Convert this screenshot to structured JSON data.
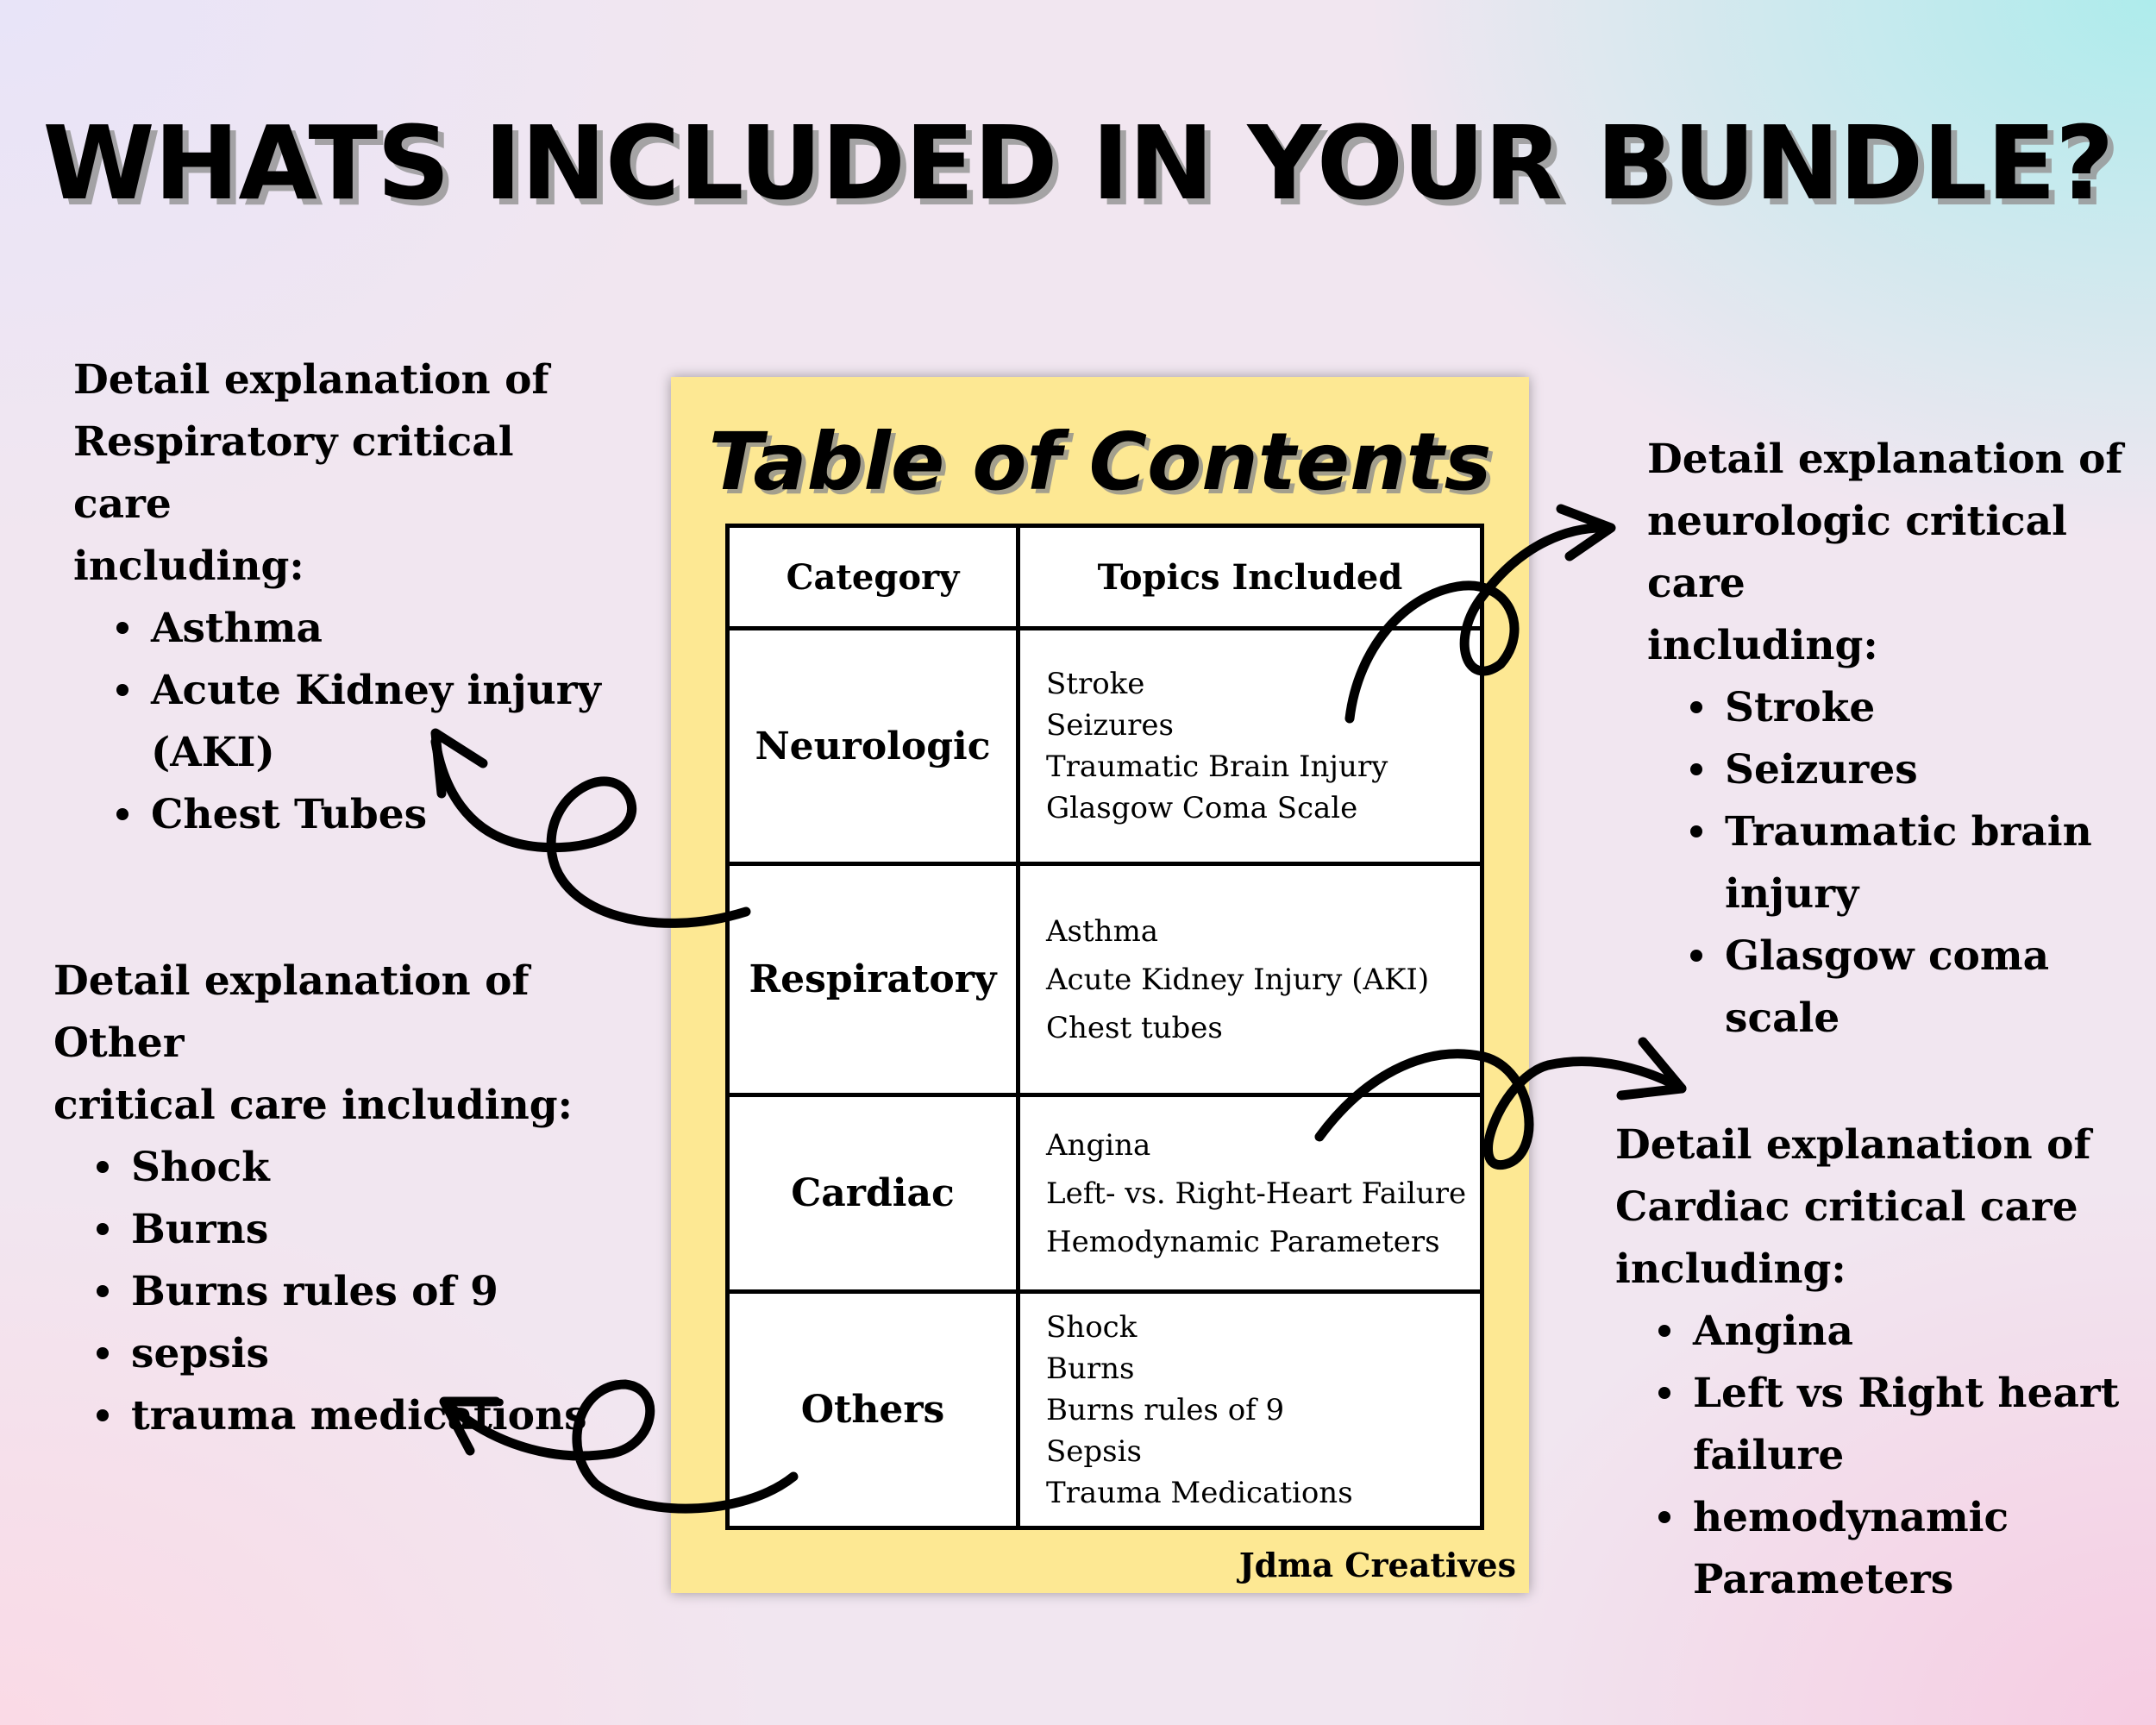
{
  "title": "WHATS INCLUDED IN YOUR BUNDLE?",
  "left_top": {
    "heading": "Detail explanation of\nRespiratory critical care\nincluding:",
    "items": [
      "Asthma",
      "Acute Kidney injury (AKI)",
      "Chest Tubes"
    ]
  },
  "right_top": {
    "heading": "Detail explanation of\nneurologic critical care\nincluding:",
    "items": [
      "Stroke",
      "Seizures",
      "Traumatic brain injury",
      "Glasgow coma scale"
    ]
  },
  "left_bottom": {
    "heading": "Detail explanation of Other\ncritical care including:",
    "items": [
      "Shock",
      "Burns",
      "Burns rules of 9",
      "sepsis",
      "trauma medications"
    ]
  },
  "right_bottom": {
    "heading": "Detail explanation of\nCardiac critical care\nincluding:",
    "items": [
      "Angina",
      "Left vs Right heart failure",
      "hemodynamic Parameters"
    ]
  },
  "toc": {
    "title": "Table of Contents",
    "col_category": "Category",
    "col_topics": "Topics Included",
    "rows": [
      {
        "category": "Neurologic",
        "topics": [
          "Stroke",
          "Seizures",
          "Traumatic Brain Injury",
          "Glasgow Coma Scale"
        ]
      },
      {
        "category": "Respiratory",
        "topics": [
          "Asthma",
          "Acute Kidney Injury (AKI)",
          "Chest tubes"
        ]
      },
      {
        "category": "Cardiac",
        "topics": [
          "Angina",
          "Left- vs. Right-Heart Failure",
          "Hemodynamic Parameters"
        ]
      },
      {
        "category": "Others",
        "topics": [
          "Shock",
          "Burns",
          "Burns rules of 9",
          "Sepsis",
          "Trauma Medications"
        ]
      }
    ],
    "brand": "Jdma Creatives"
  }
}
